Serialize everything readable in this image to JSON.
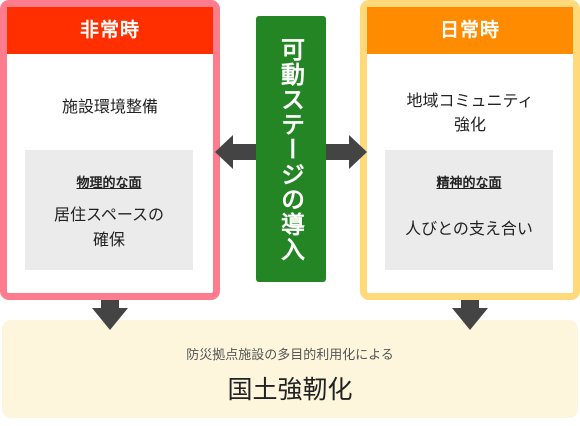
{
  "left_panel": {
    "header": "非常時",
    "title": "施設環境整備",
    "subbox": {
      "label": "物理的な面",
      "text": "居住スペースの\n確保"
    }
  },
  "right_panel": {
    "header": "日常時",
    "title": "地域コミュニティ\n強化",
    "subbox": {
      "label": "精神的な面",
      "text": "人びとの支え合い"
    }
  },
  "center": {
    "text": "可動ステージの導入"
  },
  "bottom": {
    "subtitle": "防災拠点施設の多目的利用化による",
    "title": "国土強靭化"
  },
  "colors": {
    "left_border": "#ff7c8f",
    "left_header": "#ff2f00",
    "right_border": "#ffd97a",
    "right_header": "#ff8c00",
    "center": "#248525",
    "arrow": "#444444",
    "subbox": "#ebebeb",
    "bottom": "#fdf6dc"
  },
  "icons": {
    "left_arrow": "arrow-left-icon",
    "right_arrow": "arrow-right-icon",
    "down_arrow": "arrow-down-icon"
  }
}
